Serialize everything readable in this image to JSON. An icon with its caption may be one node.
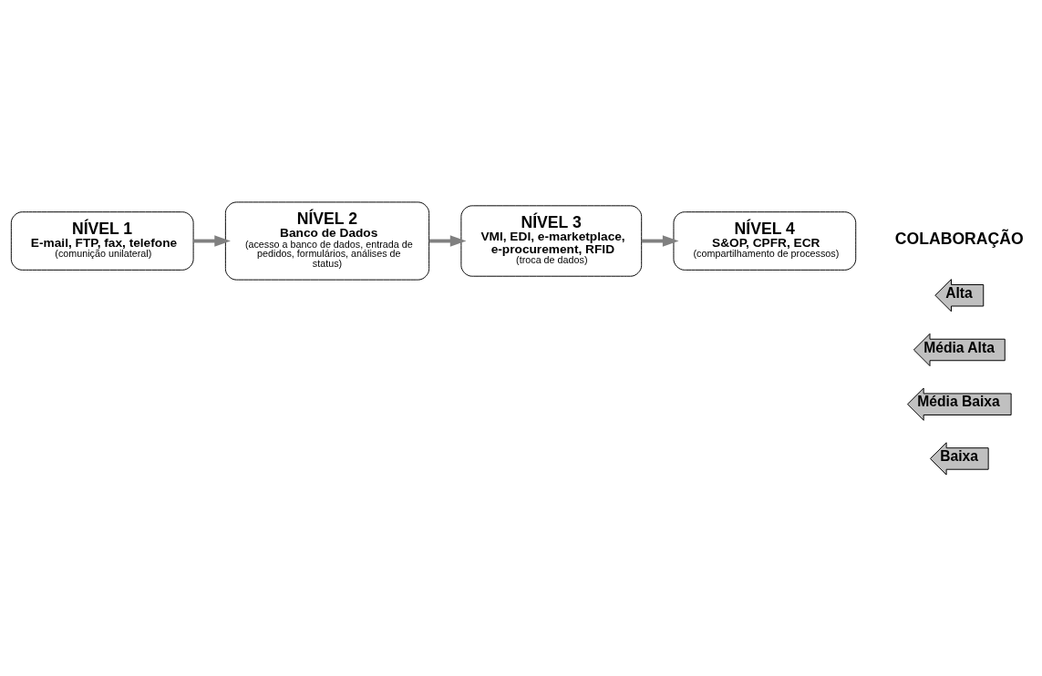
{
  "diagram": {
    "nodes": [
      {
        "text": [
          "NÍVEL 1",
          "E-mail, FTP, fax, telefone",
          "(comunição unilateral)"
        ]
      },
      {
        "text": [
          "NÍVEL 2",
          "Banco de Dados",
          "(acesso a banco de dados, entrada de pedidos, formulários, análises de status)"
        ]
      },
      {
        "text": [
          "NÍVEL 3",
          "VMI, EDI, e-marketplace, e-procurement, RFID",
          "(troca de dados)"
        ]
      },
      {
        "text": [
          "NÍVEL 4",
          "S&OP, CPFR, ECR",
          "(compartilhamento de processos)"
        ]
      },
      {
        "text": [
          "Alta"
        ]
      },
      {
        "text": [
          "Média Alta"
        ]
      },
      {
        "text": [
          "Média Baixa"
        ]
      },
      {
        "text": [
          "Baixa"
        ]
      }
    ],
    "edges": [
      {
        "from": 0,
        "to": 1,
        "arrow": "to"
      },
      {
        "from": 1,
        "to": 2,
        "arrow": "to"
      },
      {
        "from": 2,
        "to": 3,
        "arrow": "to"
      }
    ],
    "labels": [
      "COLABORAÇÃO"
    ]
  }
}
